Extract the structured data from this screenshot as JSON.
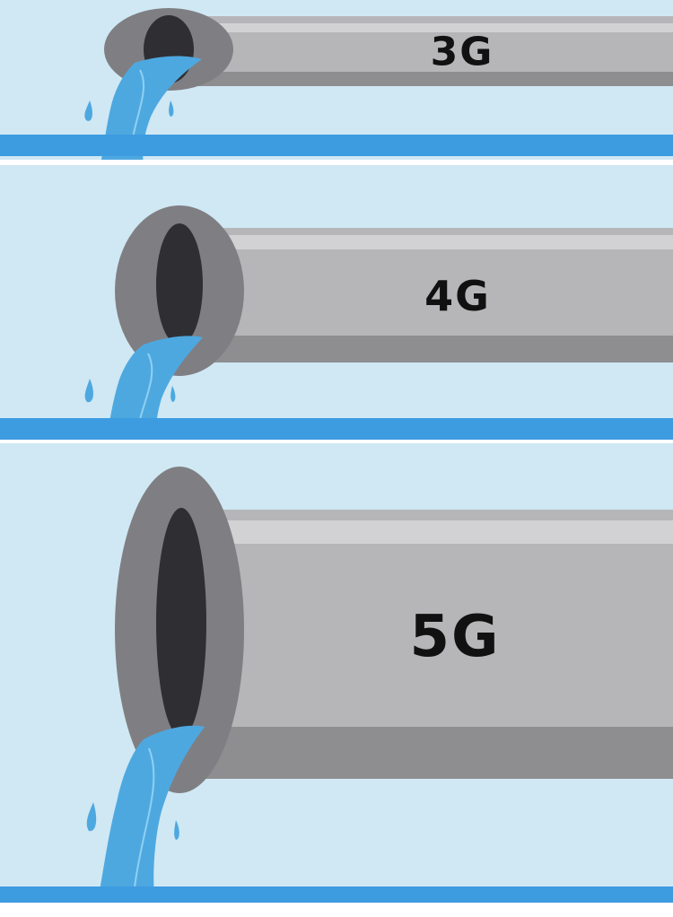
{
  "colors": {
    "sky": "#cfe8f4",
    "ground_line": "#3d9be0",
    "pipe_body": "#b6b6b9",
    "pipe_highlight": "#d2d2d5",
    "pipe_shadow": "#8e8e91",
    "pipe_rim": "#7f7f83",
    "pipe_hole": "#2f2f33",
    "water": "#4ea8e0",
    "water_light": "#8fd0f2",
    "separator": "#ffffff"
  },
  "panels": [
    {
      "label": "3G"
    },
    {
      "label": "4G"
    },
    {
      "label": "5G"
    }
  ]
}
